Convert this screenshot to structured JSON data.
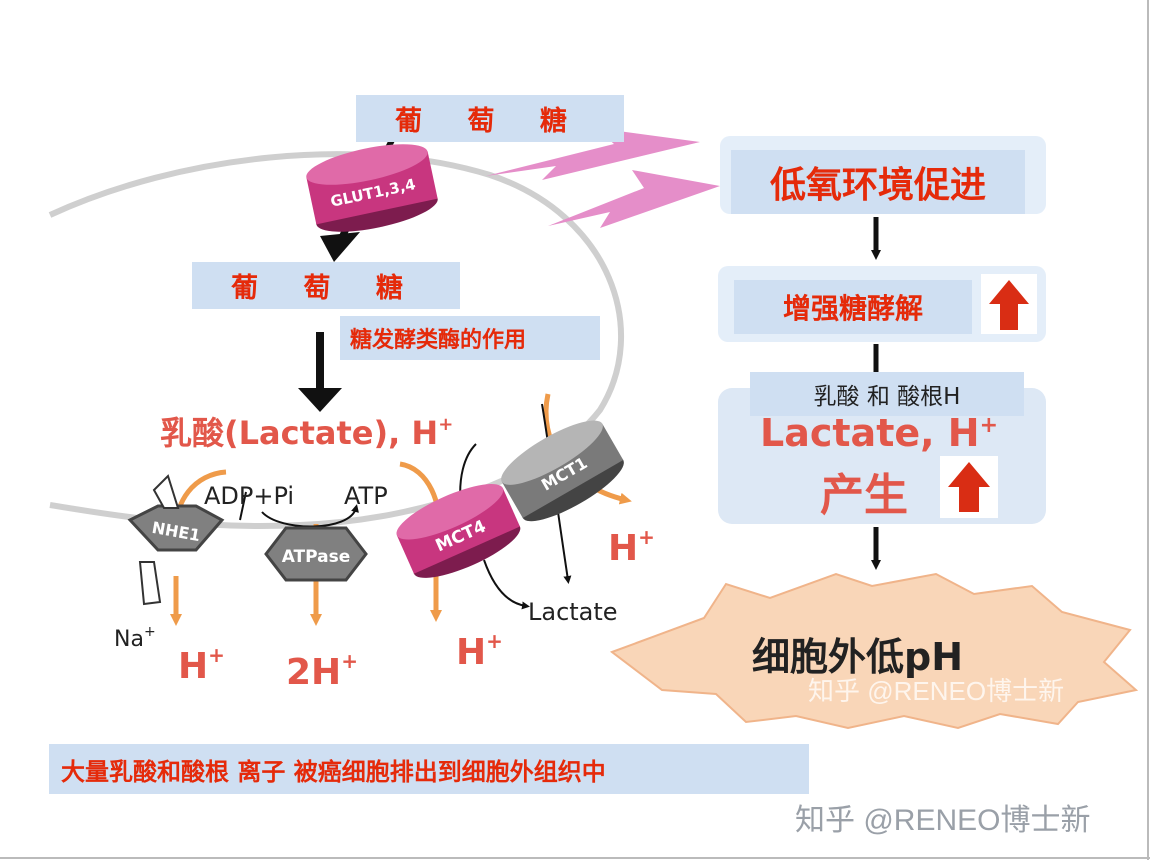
{
  "labels": {
    "glucose_top": "葡 萄 糖",
    "glucose_inner": "葡 萄 糖",
    "enzyme_action": "糖发酵类酶的作用",
    "hypoxia": "低氧环境促进",
    "glycolysis": "增强糖酵解",
    "lactic_acid_h": "乳酸 和 酸根H",
    "caption": "大量乳酸和酸根 离子 被癌细胞排出到细胞外组织中",
    "watermark_bottom": "知乎 @RENEO博士新"
  },
  "figure": {
    "glut": "GLUT1,3,4",
    "lactate_h": "乳酸(Lactate), H",
    "plus": "+",
    "adp_pi": "ADP+Pi",
    "atp": "ATP",
    "nhe1": "NHE1",
    "atpase": "ATPase",
    "mct4": "MCT4",
    "mct1": "MCT1",
    "na": "Na",
    "lactate_out": "Lactate",
    "h": "H",
    "two_h": "2H",
    "box_lactate_h": "Lactate, H",
    "box_produce": "产生",
    "ph_low": "细胞外低pH",
    "watermark_mid": "知乎 @RENEO博士新"
  },
  "colors": {
    "red": "#e52a0a",
    "orange_arrow": "#ef9b4a",
    "magenta": "#c8367f",
    "gray": "#8a8a8a",
    "label_bg": "#cfdff2",
    "lightning": "#e58ec9",
    "burst": "#f9d6b8"
  }
}
